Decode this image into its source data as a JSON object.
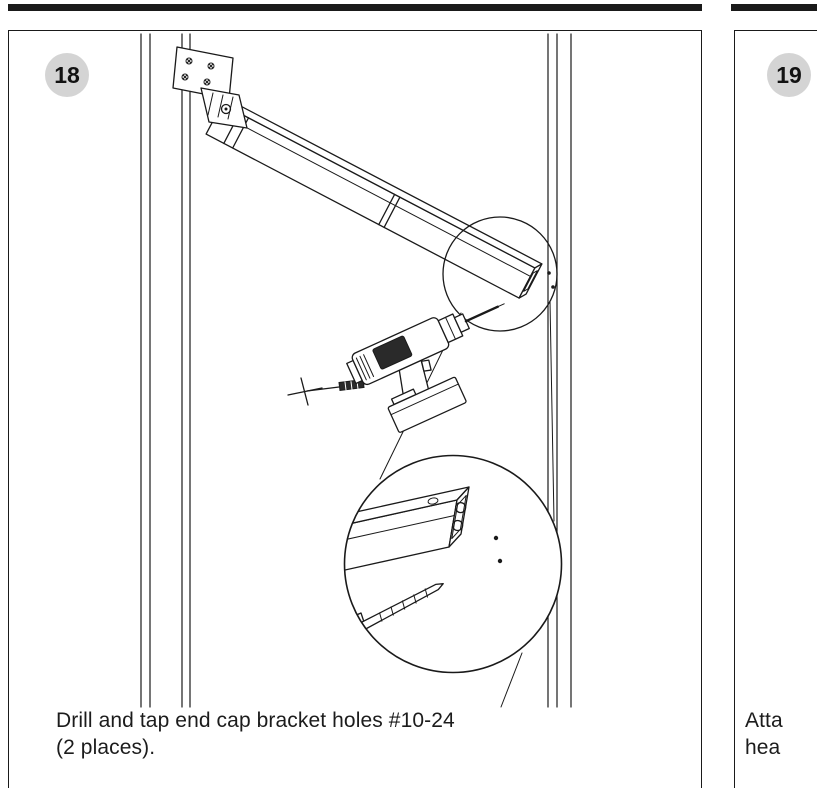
{
  "document": {
    "type": "installation-manual-step-page",
    "ink": "#1a1a1a",
    "badge_bg": "#d4d4d4",
    "panels": [
      {
        "id": "step-18",
        "step_number": "18",
        "caption": [
          "Drill and tap end cap bracket holes #10-24",
          "(2 places)."
        ],
        "illustration": {
          "name": "drill-and-tap-end-cap-bracket",
          "parts": [
            "door-frame",
            "mounting-bracket",
            "operator-arm-tube",
            "end-cap",
            "drill-point-dots",
            "callout-circle",
            "cordless-drill",
            "tap-tool",
            "magnified-end-cap-detail"
          ]
        }
      },
      {
        "id": "step-19",
        "step_number": "19",
        "caption": [
          "Atta",
          "hea"
        ]
      }
    ]
  }
}
